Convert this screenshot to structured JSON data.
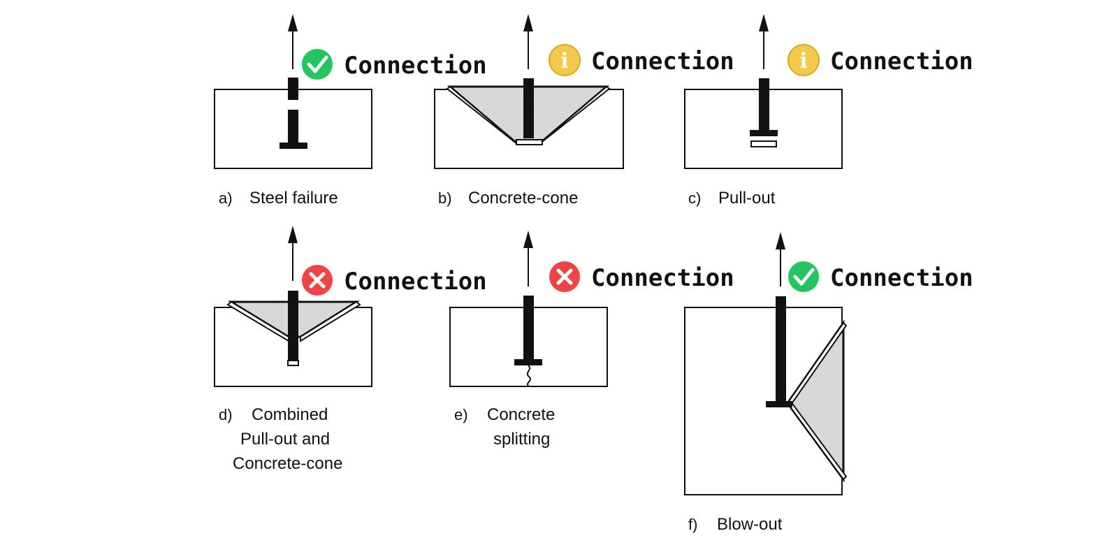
{
  "status_label": "Connection",
  "colors": {
    "ok": "#22c55e",
    "info": "#f3c94b",
    "fail": "#ef4444",
    "stroke": "#111111",
    "cone_fill": "#d9d9d9"
  },
  "panels": [
    {
      "id": "a",
      "letter": "a)",
      "caption_lines": [
        "Steel failure"
      ],
      "status": "ok",
      "status_icon": "check-icon"
    },
    {
      "id": "b",
      "letter": "b)",
      "caption_lines": [
        "Concrete-cone"
      ],
      "status": "info",
      "status_icon": "info-icon"
    },
    {
      "id": "c",
      "letter": "c)",
      "caption_lines": [
        "Pull-out"
      ],
      "status": "info",
      "status_icon": "info-icon"
    },
    {
      "id": "d",
      "letter": "d)",
      "caption_lines": [
        "Combined",
        "Pull-out and",
        "Concrete-cone"
      ],
      "status": "fail",
      "status_icon": "cross-icon"
    },
    {
      "id": "e",
      "letter": "e)",
      "caption_lines": [
        "Concrete",
        "splitting"
      ],
      "status": "fail",
      "status_icon": "cross-icon"
    },
    {
      "id": "f",
      "letter": "f)",
      "caption_lines": [
        "Blow-out"
      ],
      "status": "ok",
      "status_icon": "check-icon"
    }
  ]
}
